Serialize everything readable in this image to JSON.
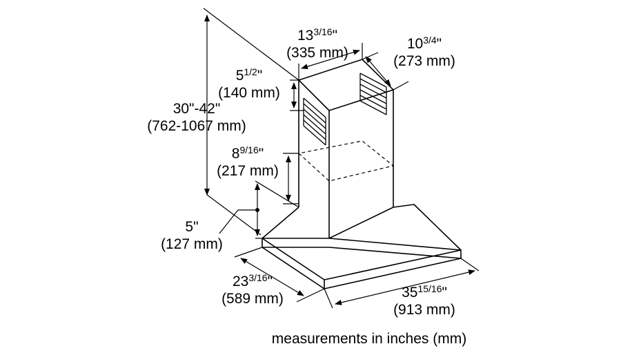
{
  "caption": "measurements in inches (mm)",
  "dimensions": {
    "duct_width": {
      "whole": "13",
      "fraction": "3/16",
      "mm": "(335 mm)"
    },
    "duct_depth": {
      "whole": "10",
      "fraction": "3/4",
      "mm": "(273 mm)"
    },
    "vent_height": {
      "whole": "5",
      "fraction": "1/2",
      "mm": "(140 mm)"
    },
    "total_height": {
      "whole": "30\"-42\"",
      "fraction": "",
      "mm": "(762-1067 mm)"
    },
    "lower_duct": {
      "whole": "8",
      "fraction": "9/16",
      "mm": "(217 mm)"
    },
    "canopy_height": {
      "whole": "5\"",
      "fraction": "",
      "mm": "(127 mm)"
    },
    "canopy_depth": {
      "whole": "23",
      "fraction": "3/16",
      "mm": "(589 mm)"
    },
    "canopy_width": {
      "whole": "35",
      "fraction": "15/16",
      "mm": "(913 mm)"
    }
  }
}
